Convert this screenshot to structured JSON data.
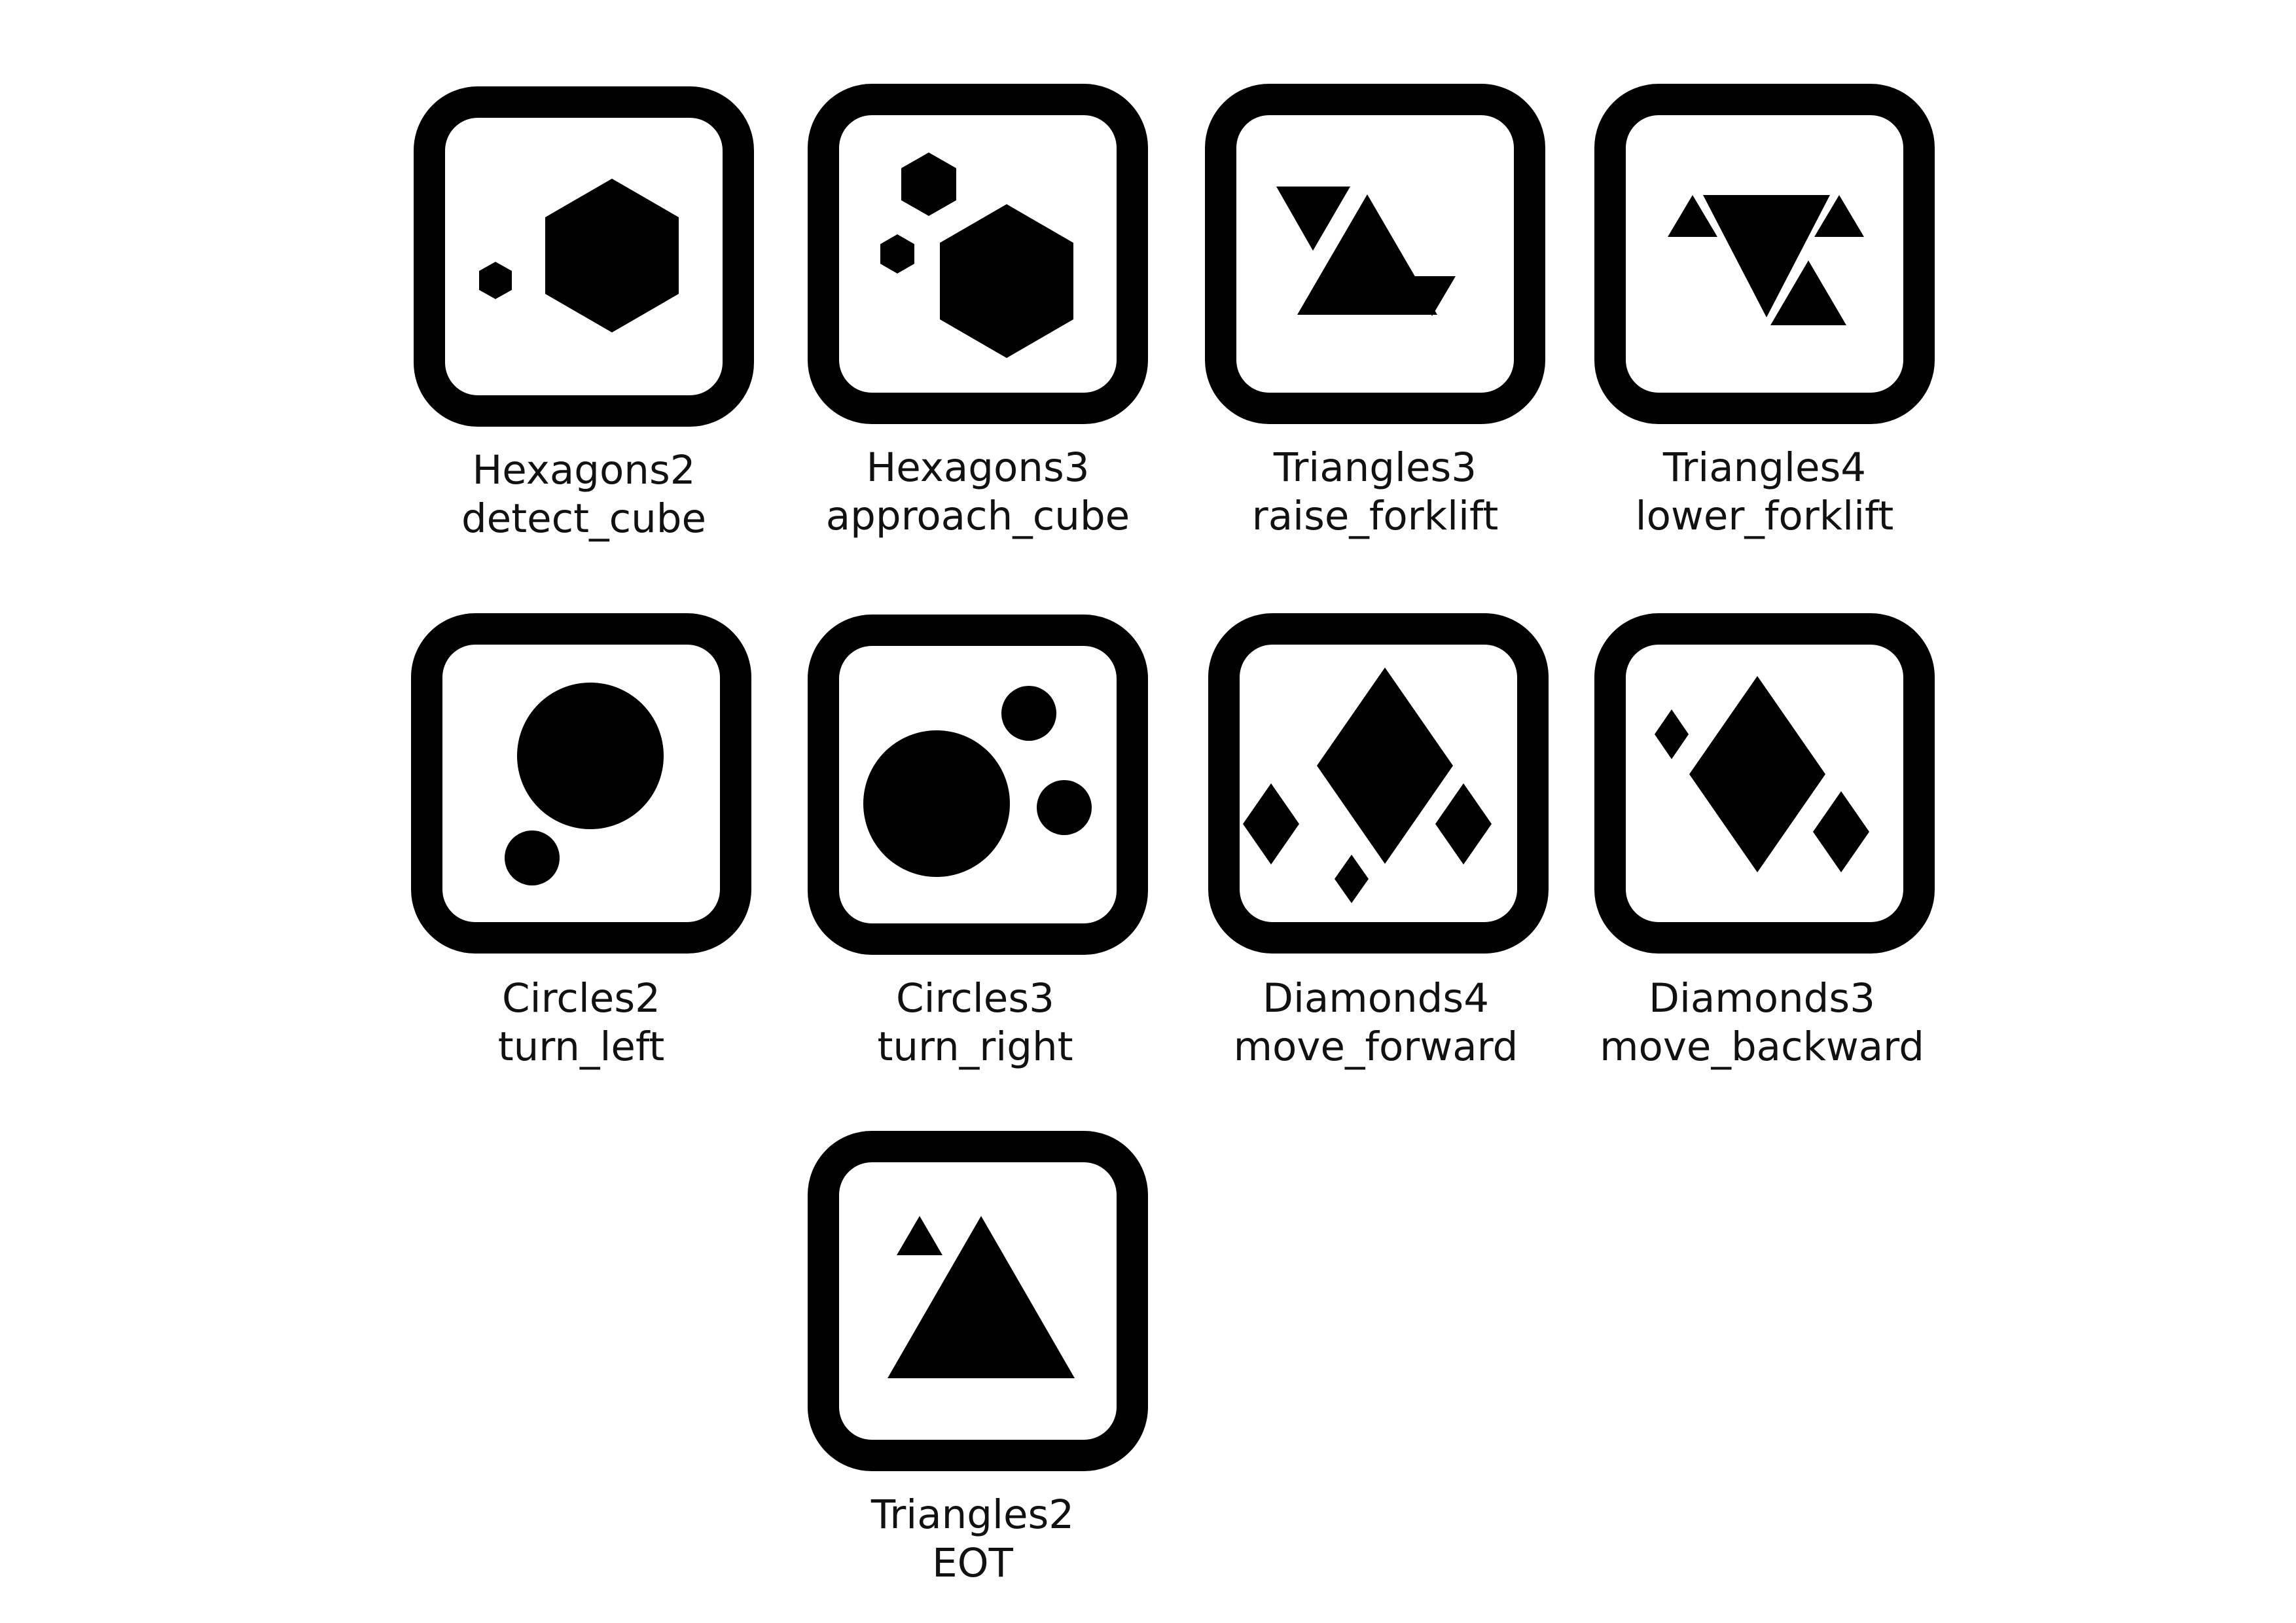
{
  "markers": [
    {
      "name": "Hexagons2",
      "action": "detect_cube",
      "icon": "hexagons-2-icon"
    },
    {
      "name": "Hexagons3",
      "action": "approach_cube",
      "icon": "hexagons-3-icon"
    },
    {
      "name": "Triangles3",
      "action": "raise_forklift",
      "icon": "triangles-3-icon"
    },
    {
      "name": "Triangles4",
      "action": "lower_forklift",
      "icon": "triangles-4-icon"
    },
    {
      "name": "Circles2",
      "action": "turn_left",
      "icon": "circles-2-icon"
    },
    {
      "name": "Circles3",
      "action": "turn_right",
      "icon": "circles-3-icon"
    },
    {
      "name": "Diamonds4",
      "action": "move_forward",
      "icon": "diamonds-4-icon"
    },
    {
      "name": "Diamonds3",
      "action": "move_backward",
      "icon": "diamonds-3-icon"
    },
    {
      "name": "Triangles2",
      "action": "EOT",
      "icon": "triangles-2-icon"
    }
  ],
  "colors": {
    "ink": "#000000",
    "background": "#ffffff"
  }
}
